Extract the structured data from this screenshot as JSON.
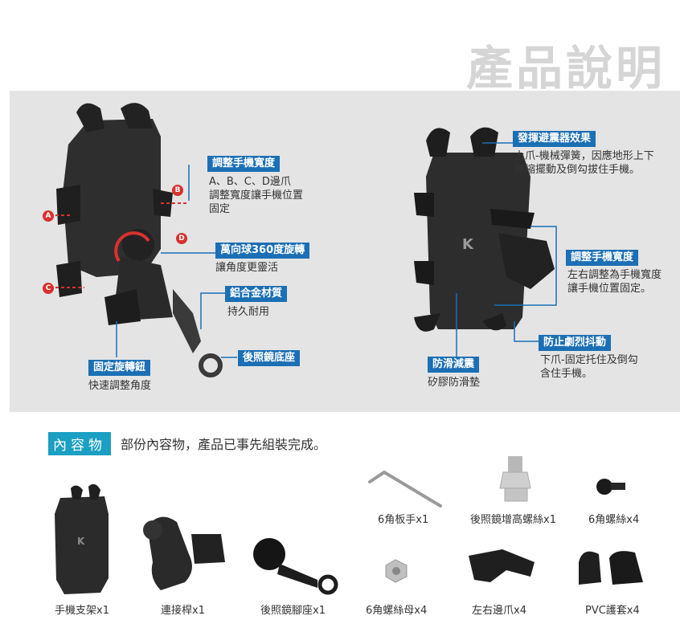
{
  "page_title": "產品說明",
  "markers": {
    "a": "A",
    "b": "B",
    "c": "C",
    "d": "D"
  },
  "callouts": {
    "width_adjust": {
      "title": "調整手機寬度",
      "line1": "A、B、C、D邊爪",
      "line2": "調整寬度讓手機位置",
      "line3": "固定"
    },
    "ball_joint": {
      "title": "萬向球360度旋轉",
      "line1": "讓角度更靈活"
    },
    "aluminum": {
      "title": "鋁合金材質",
      "line1": "持久耐用"
    },
    "mirror_base": {
      "title": "後照鏡底座"
    },
    "knob": {
      "title": "固定旋轉鈕",
      "line1": "快速調整角度"
    },
    "shock": {
      "title": "發揮避震器效果",
      "line1": "上爪-機械彈簧，因應地形上下",
      "line2": "伸縮擺動及倒勾拔住手機。"
    },
    "width_right": {
      "title": "調整手機寬度",
      "line1": "左右調整為手機寬度",
      "line2": "讓手機位置固定。"
    },
    "anti_shake": {
      "title": "防止劇烈抖動",
      "line1": "下爪-固定托住及倒勾",
      "line2": "含住手機。"
    },
    "anti_slip": {
      "title": "防滑減震",
      "line1": "矽膠防滑墊"
    }
  },
  "contents": {
    "tag": "內容物",
    "desc": "部份內容物，產品已事先組裝完成。",
    "items": [
      {
        "label": "手機支架x1"
      },
      {
        "label": "連接桿x1"
      },
      {
        "label": "後照鏡腳座x1"
      },
      {
        "label": "6角板手x1"
      },
      {
        "label": "後照鏡增高螺絲x1"
      },
      {
        "label": "6角螺絲x4"
      },
      {
        "label": "6角螺絲母x4"
      },
      {
        "label": "左右邊爪x4"
      },
      {
        "label": "PVC護套x4"
      }
    ]
  },
  "colors": {
    "accent": "#1b6fb5",
    "marker": "#d7312e",
    "section": "#1b9fc2",
    "panel": "#e4e4e4"
  }
}
